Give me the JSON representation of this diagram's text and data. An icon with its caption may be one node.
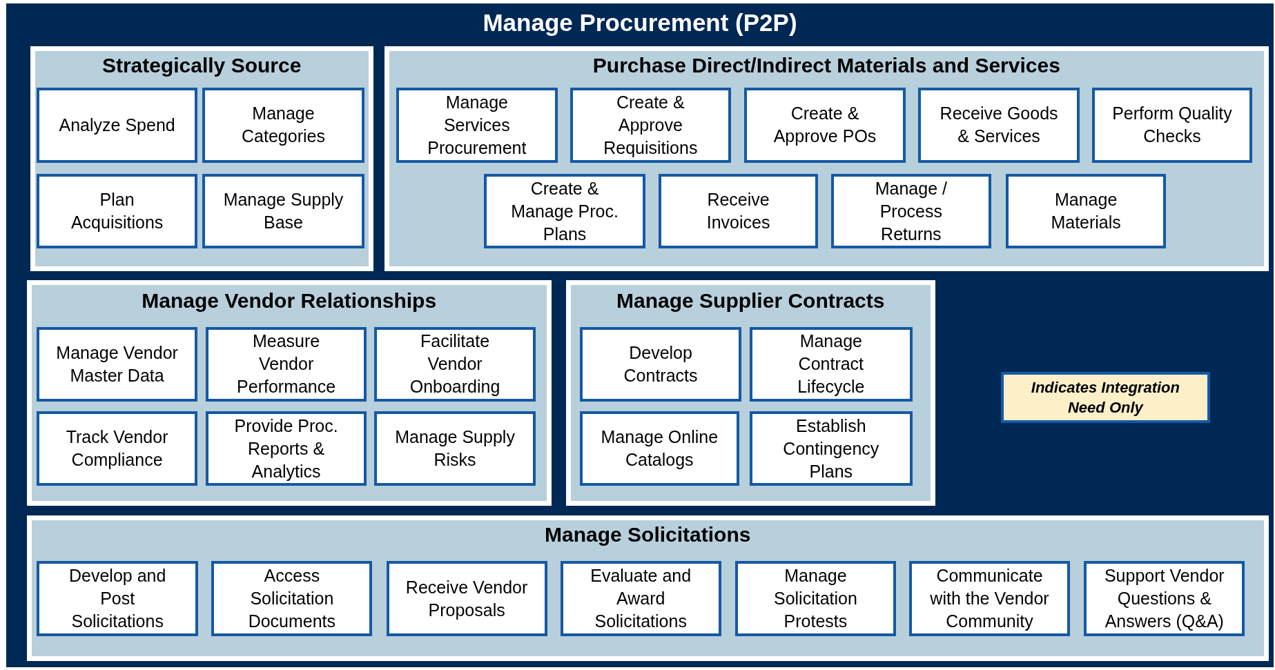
{
  "diagram": {
    "nodes": [
      {
        "text": [
          "Manage Procurement (P2P)"
        ]
      },
      {
        "text": [
          "Strategically Source"
        ],
        "in": 0
      },
      {
        "text": [
          "Analyze Spend"
        ],
        "in": 1
      },
      {
        "text": [
          "Manage Categories"
        ],
        "in": 1
      },
      {
        "text": [
          "Plan Acquisitions"
        ],
        "in": 1
      },
      {
        "text": [
          "Manage Supply Base"
        ],
        "in": 1
      },
      {
        "text": [
          "Purchase Direct/Indirect Materials and Services"
        ],
        "in": 0
      },
      {
        "text": [
          "Manage Services Procurement"
        ],
        "in": 6
      },
      {
        "text": [
          "Create & Approve Requisitions"
        ],
        "in": 6
      },
      {
        "text": [
          "Create & Approve POs"
        ],
        "in": 6
      },
      {
        "text": [
          "Receive Goods & Services"
        ],
        "in": 6
      },
      {
        "text": [
          "Perform Quality Checks"
        ],
        "in": 6
      },
      {
        "text": [
          "Create & Manage Proc. Plans"
        ],
        "in": 6
      },
      {
        "text": [
          "Receive Invoices"
        ],
        "in": 6
      },
      {
        "text": [
          "Manage / Process Returns"
        ],
        "in": 6
      },
      {
        "text": [
          "Manage Materials"
        ],
        "in": 6
      },
      {
        "text": [
          "Manage Vendor Relationships"
        ],
        "in": 0
      },
      {
        "text": [
          "Manage Vendor Master Data"
        ],
        "in": 16
      },
      {
        "text": [
          "Measure Vendor Performance"
        ],
        "in": 16
      },
      {
        "text": [
          "Facilitate Vendor Onboarding"
        ],
        "in": 16
      },
      {
        "text": [
          "Track Vendor Compliance"
        ],
        "in": 16
      },
      {
        "text": [
          "Provide Proc. Reports & Analytics"
        ],
        "in": 16
      },
      {
        "text": [
          "Manage Supply Risks"
        ],
        "in": 16
      },
      {
        "text": [
          "Manage Supplier Contracts"
        ],
        "in": 0
      },
      {
        "text": [
          "Develop Contracts"
        ],
        "in": 23
      },
      {
        "text": [
          "Manage Contract Lifecycle"
        ],
        "in": 23
      },
      {
        "text": [
          "Manage Online Catalogs"
        ],
        "in": 23
      },
      {
        "text": [
          "Establish Contingency Plans"
        ],
        "in": 23
      },
      {
        "text": [
          "Indicates Integration Need Only"
        ],
        "in": 0
      },
      {
        "text": [
          "Manage Solicitations"
        ],
        "in": 0
      },
      {
        "text": [
          "Develop and Post Solicitations"
        ],
        "in": 29
      },
      {
        "text": [
          "Access Solicitation Documents"
        ],
        "in": 29
      },
      {
        "text": [
          "Receive Vendor Proposals"
        ],
        "in": 29
      },
      {
        "text": [
          "Evaluate and Award Solicitations"
        ],
        "in": 29
      },
      {
        "text": [
          "Manage Solicitation Protests"
        ],
        "in": 29
      },
      {
        "text": [
          "Communicate with the Vendor Community"
        ],
        "in": 29
      },
      {
        "text": [
          "Support Vendor Questions & Answers (Q&A)"
        ],
        "in": 29
      }
    ]
  }
}
